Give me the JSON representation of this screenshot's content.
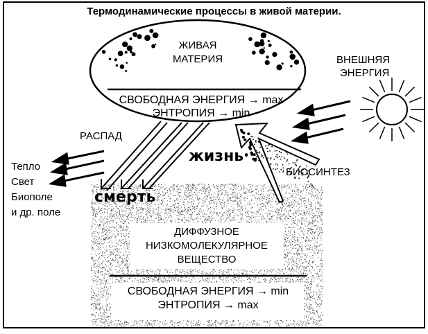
{
  "title": "Термодинамические процессы в живой материи.",
  "living_matter": {
    "label_line1": "ЖИВАЯ",
    "label_line2": "МАТЕРИЯ",
    "free_energy": "СВОБОДНАЯ ЭНЕРГИЯ → max",
    "entropy": "ЭНТРОПИЯ → min"
  },
  "external_energy": {
    "line1": "ВНЕШНЯЯ",
    "line2": "ЭНЕРГИЯ"
  },
  "decay": "РАСПАД",
  "emissions": [
    "Тепло",
    "Свет",
    "Биополе",
    "и др. поле"
  ],
  "life": "жизнь",
  "death": "смерть",
  "biosynthesis": "БИОСИНТЕЗ",
  "diffuse_matter": {
    "line1": "ДИФФУЗНОЕ",
    "line2": "НИЗКОМОЛЕКУЛЯРНОЕ",
    "line3": "ВЕЩЕСТВО",
    "free_energy": "СВОБОДНАЯ ЭНЕРГИЯ → min",
    "entropy": "ЭНТРОПИЯ → max"
  }
}
